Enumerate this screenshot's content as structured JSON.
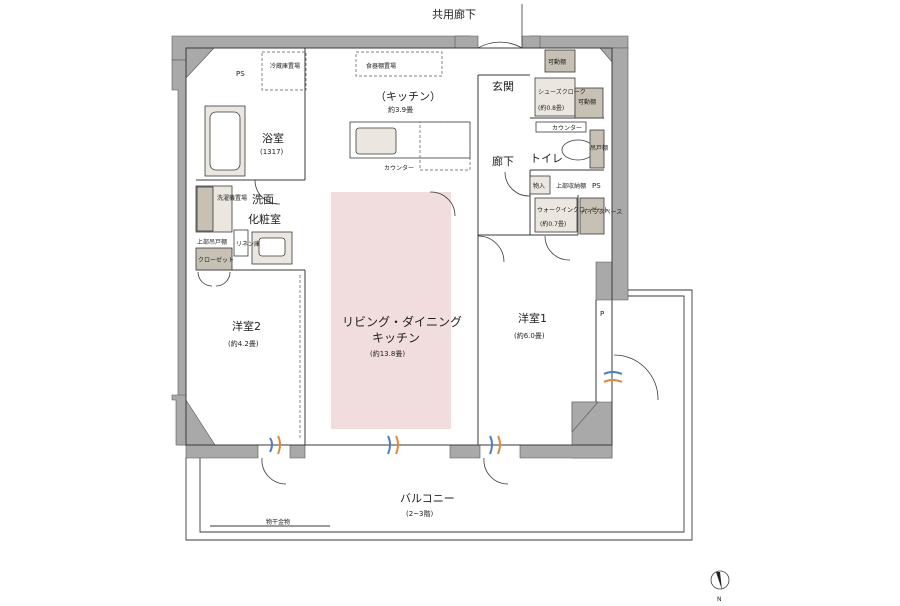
{
  "labels": {
    "corridor": "共用廊下",
    "ps_top": "PS",
    "fridge": "冷蔵庫置場",
    "cupboard": "食器棚置場",
    "kitchen": "（キッチン）",
    "kitchen_area": "約3.9畳",
    "counter_kitchen": "カウンター",
    "bath": "浴室",
    "bath_size": "(1317)",
    "washroom_1": "洗面",
    "washroom_2": "化粧室",
    "washer": "洗濯機置場",
    "upper_cabinet": "上部吊戸棚",
    "linen": "リネン庫",
    "closet": "クローゼット",
    "entrance": "玄関",
    "movable_shelf": "可動棚",
    "shoes_closet": "シューズクローク",
    "shoes_area": "(約0.8畳)",
    "movable_shelf_2": "可動棚",
    "counter_toilet": "カウンター",
    "hall": "廊下",
    "toilet": "トイレ",
    "toilet_shelf": "吊戸棚",
    "storage": "物入",
    "upper_shelf": "上部収納棚",
    "ps_right": "PS",
    "walkin": "ウォークインクローゼット",
    "walkin_area": "(約0.7畳)",
    "pipe_shaft": "パイプスペース",
    "room2": "洋室2",
    "room2_area": "(約4.2畳)",
    "ldk_1": "リビング・ダイニング",
    "ldk_2": "キッチン",
    "ldk_area": "(約13.8畳)",
    "room1": "洋室1",
    "room1_area": "(約6.0畳)",
    "p": "P",
    "balcony": "バルコニー",
    "balcony_floor": "(2~3階)",
    "drying_rack": "物干金物",
    "north": "N"
  },
  "colors": {
    "wall": "#a9a9a9",
    "ldk_highlight": "#f1dddd",
    "fixture_fill": "#ebe7e0",
    "line": "#3a3a3a",
    "vent_blue": "#4c7ec0",
    "vent_orange": "#e0883a"
  }
}
